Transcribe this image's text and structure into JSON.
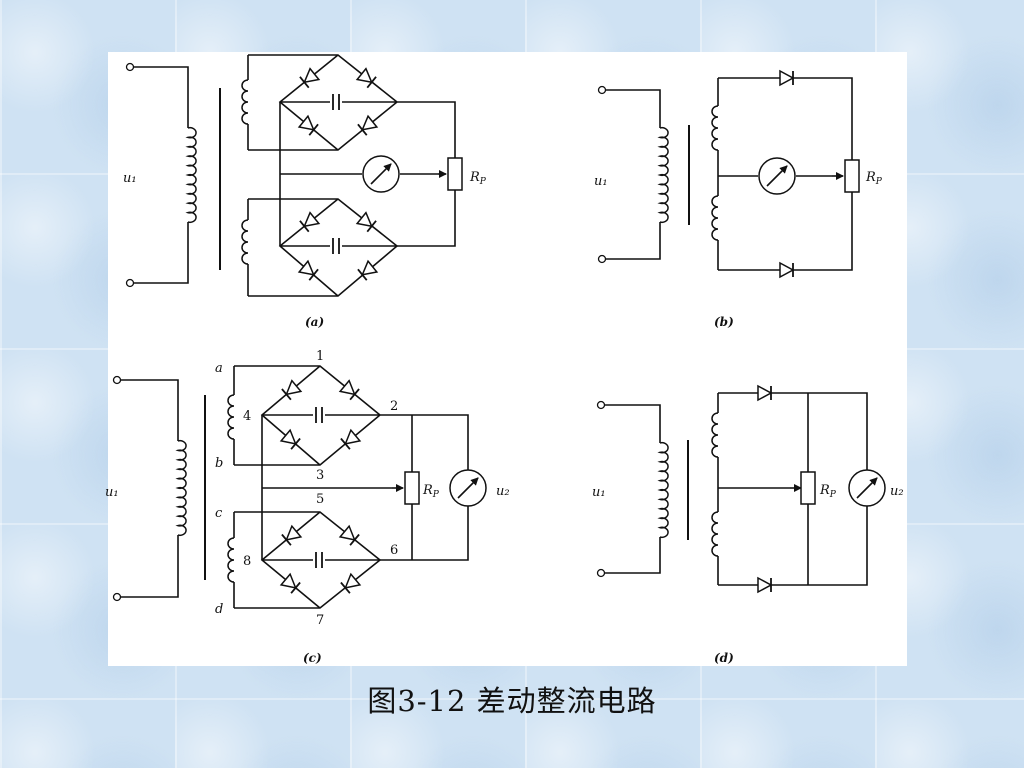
{
  "caption": "图3-12  差动整流电路",
  "circuits": {
    "a": {
      "caption": "(a)",
      "input_label": "u₁",
      "resistor_label": "R",
      "resistor_sub": "P"
    },
    "b": {
      "caption": "(b)",
      "input_label": "u₁",
      "resistor_label": "R",
      "resistor_sub": "P"
    },
    "c": {
      "caption": "(c)",
      "input_label": "u₁",
      "resistor_label": "R",
      "resistor_sub": "P",
      "output_label": "u₂",
      "terminal_labels": [
        "a",
        "b",
        "c",
        "d"
      ],
      "node_labels": [
        "1",
        "2",
        "3",
        "4",
        "5",
        "6",
        "7",
        "8"
      ]
    },
    "d": {
      "caption": "(d)",
      "input_label": "u₁",
      "resistor_label": "R",
      "resistor_sub": "P",
      "output_label": "u₂"
    }
  },
  "colors": {
    "background": "#cfe2f3",
    "panel": "#ffffff",
    "ink": "#111111"
  }
}
